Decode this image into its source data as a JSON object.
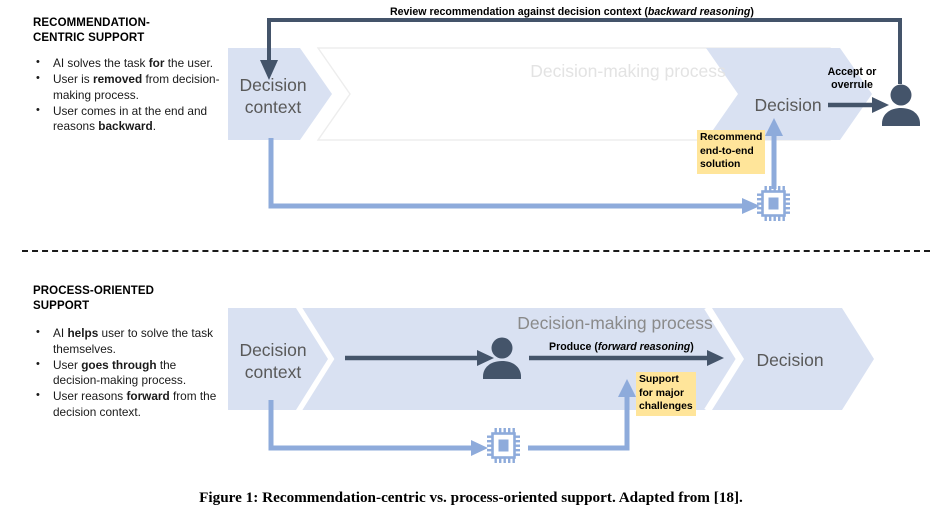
{
  "figure": {
    "caption": "Figure 1: Recommendation-centric vs. process-oriented support. Adapted from [18]."
  },
  "colors": {
    "chevron_fill": "#d9e1f2",
    "chevron_outline_stroke": "#e8e8e8",
    "chevron_faint_text": "#e3e3e3",
    "chevron_text": "#595959",
    "dark_arrow": "#44546a",
    "light_blue_arrow": "#8eabdb",
    "callout_yellow": "#ffe59a",
    "person_icon": "#44546a",
    "chip_icon": "#8eabdb",
    "divider": "#1a1a1a"
  },
  "panel_top": {
    "heading_line1": "RECOMMENDATION-",
    "heading_line2": "CENTRIC SUPPORT",
    "bullets": [
      {
        "parts": [
          {
            "t": "AI solves the task ",
            "b": false
          },
          {
            "t": "for",
            "b": true
          },
          {
            "t": " the user.",
            "b": false
          }
        ]
      },
      {
        "parts": [
          {
            "t": "User is ",
            "b": false
          },
          {
            "t": "removed",
            "b": true
          },
          {
            "t": " from decision-making process.",
            "b": false
          }
        ]
      },
      {
        "parts": [
          {
            "t": "User comes in at the end and reasons ",
            "b": false
          },
          {
            "t": "backward",
            "b": true
          },
          {
            "t": ".",
            "b": false
          }
        ]
      }
    ],
    "chevrons": {
      "decision_context_line1": "Decision",
      "decision_context_line2": "context",
      "process": "Decision-making process",
      "decision": "Decision"
    },
    "top_arrow_label_plain": "Review recommendation against decision context (",
    "top_arrow_label_italic": "backward reasoning",
    "top_arrow_label_tail": ")",
    "accept_label_line1": "Accept or",
    "accept_label_line2": "overrule",
    "callout": "Recommend end-to-end solution",
    "icons": {
      "person": "person-icon",
      "ai": "chip-icon"
    }
  },
  "panel_bottom": {
    "heading_line1": "PROCESS-ORIENTED",
    "heading_line2": "SUPPORT",
    "bullets": [
      {
        "parts": [
          {
            "t": "AI ",
            "b": false
          },
          {
            "t": "helps",
            "b": true
          },
          {
            "t": " user to solve the task themselves.",
            "b": false
          }
        ]
      },
      {
        "parts": [
          {
            "t": "User ",
            "b": false
          },
          {
            "t": "goes through",
            "b": true
          },
          {
            "t": " the decision-making process.",
            "b": false
          }
        ]
      },
      {
        "parts": [
          {
            "t": "User reasons ",
            "b": false
          },
          {
            "t": "forward",
            "b": true
          },
          {
            "t": " from the decision context.",
            "b": false
          }
        ]
      }
    ],
    "chevrons": {
      "decision_context_line1": "Decision",
      "decision_context_line2": "context",
      "process": "Decision-making process",
      "decision": "Decision"
    },
    "produce_label_plain": "Produce (",
    "produce_label_italic": "forward reasoning",
    "produce_label_tail": ")",
    "callout": "Support for major challenges",
    "icons": {
      "person": "person-icon",
      "ai": "chip-icon"
    }
  }
}
